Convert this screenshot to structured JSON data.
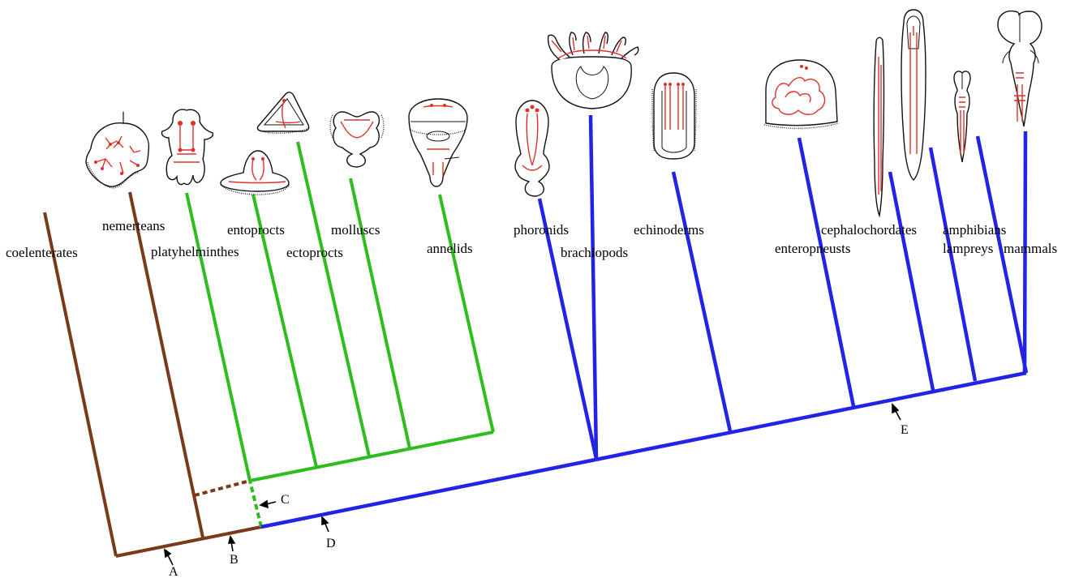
{
  "colors": {
    "basal": "#7a3a1a",
    "protostome": "#2ebd1f",
    "deuterostome": "#2323e6",
    "nervous_system": "#e0302a"
  },
  "taxa": {
    "coelenterates": "coelenterates",
    "nemerteans": "nemerteans",
    "platyhelminthes": "platyhelminthes",
    "entoprocts": "entoprocts",
    "ectoprocts": "ectoprocts",
    "molluscs": "molluscs",
    "annelids": "annelids",
    "phoronids": "phoronids",
    "brachiopods": "brachiopods",
    "echinoderms": "echinoderms",
    "enteropneusts": "enteropneusts",
    "cephalochordates": "cephalochordates",
    "lampreys": "lampreys",
    "amphibians": "amphibians",
    "mammals": "mammals"
  },
  "markers": {
    "A": "A",
    "B": "B",
    "C": "C",
    "D": "D",
    "E": "E"
  },
  "icons": [
    "coelenterate-larva-icon",
    "nemertean-larva-icon",
    "platyhelminth-larva-icon",
    "entoproct-larva-icon",
    "ectoproct-larva-icon",
    "mollusc-larva-icon",
    "annelid-larva-icon",
    "phoronid-larva-icon",
    "brachiopod-larva-icon",
    "echinoderm-larva-icon",
    "enteropneust-larva-icon",
    "cephalochordate-icon",
    "lamprey-larva-icon",
    "amphibian-tadpole-icon",
    "mammal-brain-icon"
  ]
}
